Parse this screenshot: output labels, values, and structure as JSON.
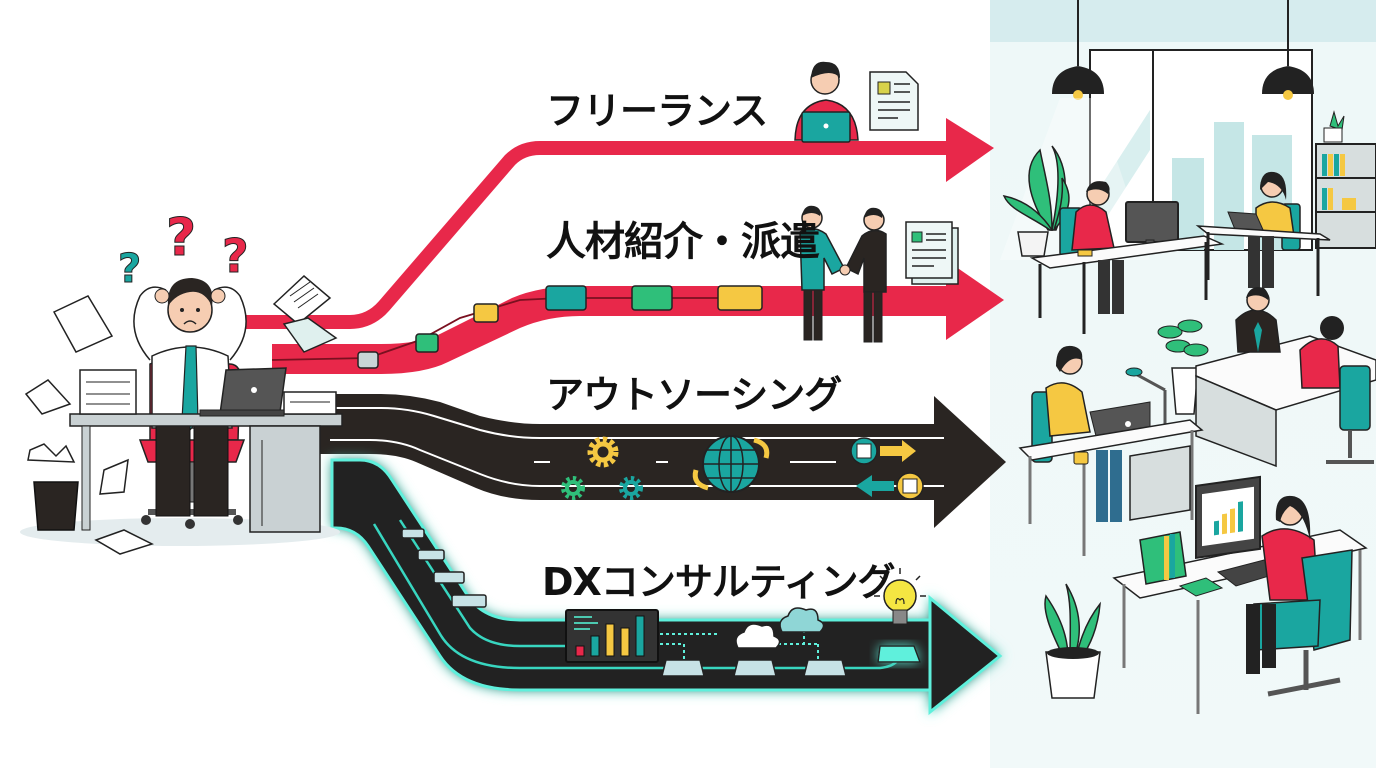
{
  "illustration": {
    "theme": "career-path-options",
    "colors": {
      "red": "#e8284a",
      "dark": "#2a2522",
      "teal": "#1aa6a0",
      "green": "#2fbf7a",
      "yellow": "#f5c842",
      "glow": "#5ff0dc",
      "office_bg": "#eef8f8"
    },
    "left_scene": {
      "subject": "stressed-office-worker",
      "question_marks": [
        "?",
        "?",
        "?"
      ]
    },
    "paths": [
      {
        "id": "freelance",
        "label": "フリーランス",
        "style": "thin-red-arrow",
        "icons": [
          "person-with-laptop-icon",
          "document-icon"
        ]
      },
      {
        "id": "staffing",
        "label": "人材紹介・派遣",
        "style": "wide-red-arrow",
        "steps": [
          "gray",
          "green",
          "yellow",
          "teal",
          "green",
          "yellow"
        ],
        "icons": [
          "handshake-icon",
          "resume-stack-icon"
        ]
      },
      {
        "id": "outsourcing",
        "label": "アウトソーシング",
        "style": "dark-road-arrow",
        "icons": [
          "gears-icon",
          "globe-icon",
          "exchange-arrows-icon"
        ]
      },
      {
        "id": "dx",
        "label": "DXコンサルティング",
        "style": "glowing-dark-arrow",
        "icons": [
          "bar-chart-icon",
          "cloud-icon",
          "lightbulb-icon"
        ],
        "chart_bars": [
          0.25,
          0.5,
          0.8,
          0.7,
          1.0
        ]
      }
    ],
    "right_scene": {
      "subject": "modern-office-workers"
    }
  }
}
